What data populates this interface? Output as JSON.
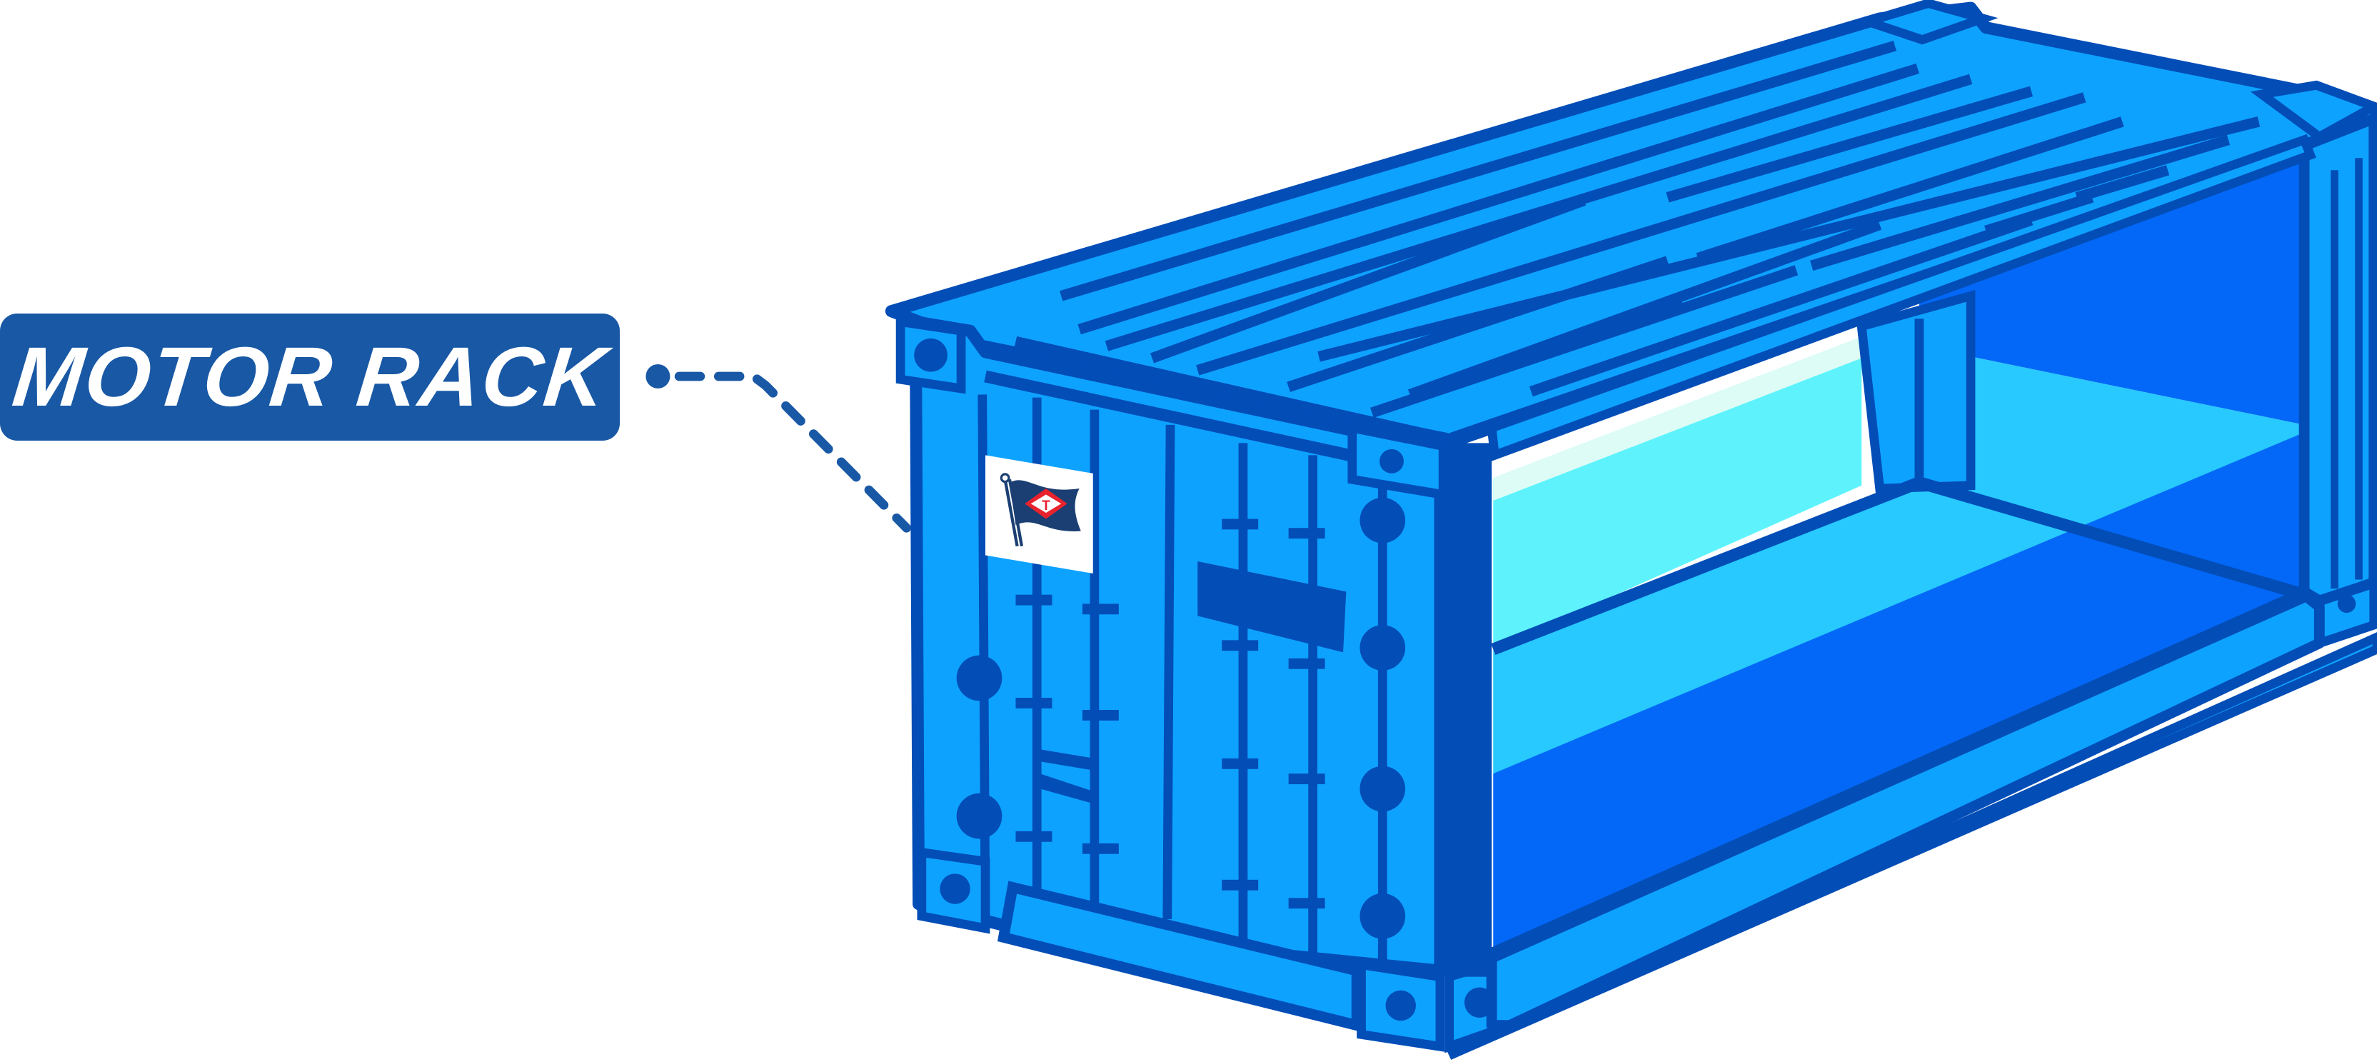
{
  "label": {
    "text": "MOTOR RACK",
    "background": "#1858A5",
    "text_color": "#FFFFFF"
  },
  "connector": {
    "style": "dashed",
    "color": "#1858A5",
    "start_marker": "dot"
  },
  "container": {
    "type": "open-side shipping container",
    "colors": {
      "body": "#0EA2FF",
      "outline": "#034DB7",
      "interior_floor": "#0368F7",
      "interior_wall_light": "#5EF3FC",
      "interior_wall_mid": "#27C9FF",
      "highlight": "#DCFCF5"
    },
    "logo": {
      "icon": "flag-icon",
      "letter": "T",
      "flag_color": "#1B3F72",
      "diamond_color": "#E8232E"
    }
  }
}
